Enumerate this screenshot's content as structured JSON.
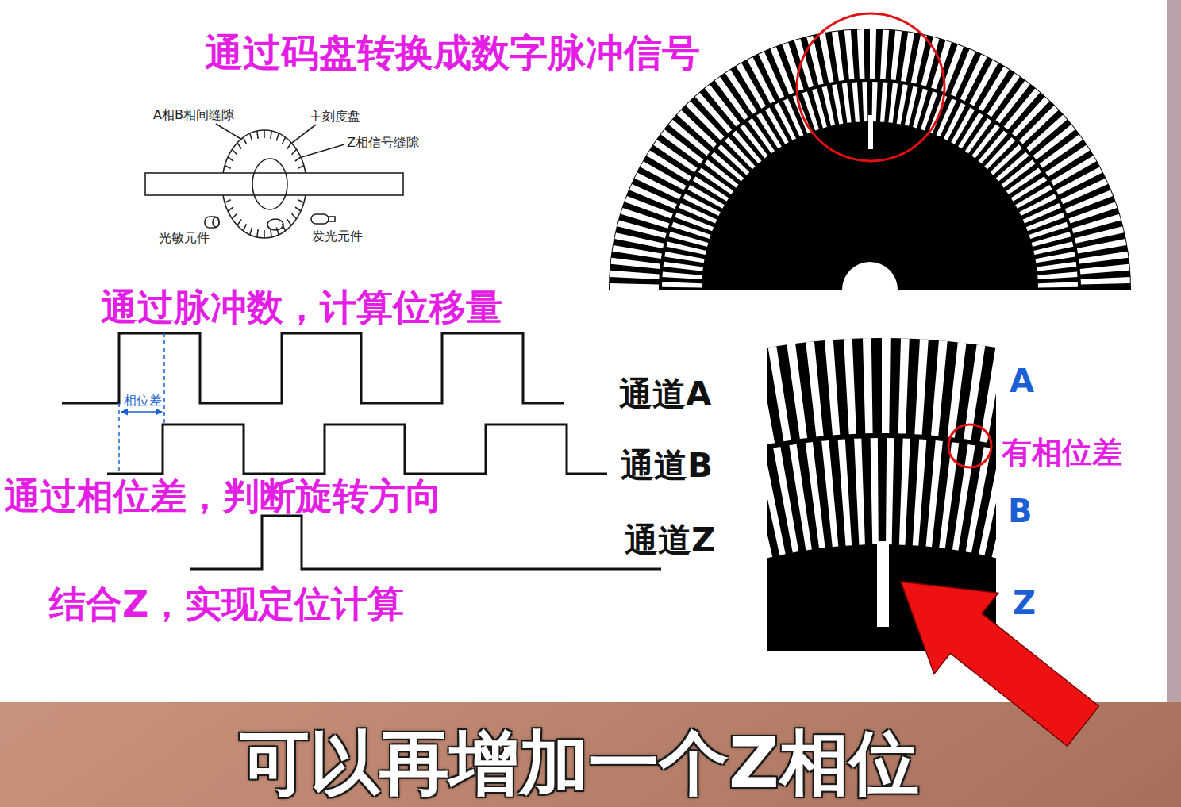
{
  "diagram": {
    "title": "通过码盘转换成数字脉冲信号",
    "caption": "可以再增加一个Z相位",
    "labels": [
      "A相B相间缝隙",
      "主刻度盘",
      "Z相信号缝隙",
      "光敏元件",
      "发光元件",
      "通过脉冲数，计算位移量",
      "相位差",
      "通道A",
      "通道B",
      "通过相位差，判断旋转方向",
      "通道Z",
      "结合Z，实现定位计算",
      "A",
      "有相位差",
      "B",
      "Z"
    ]
  }
}
